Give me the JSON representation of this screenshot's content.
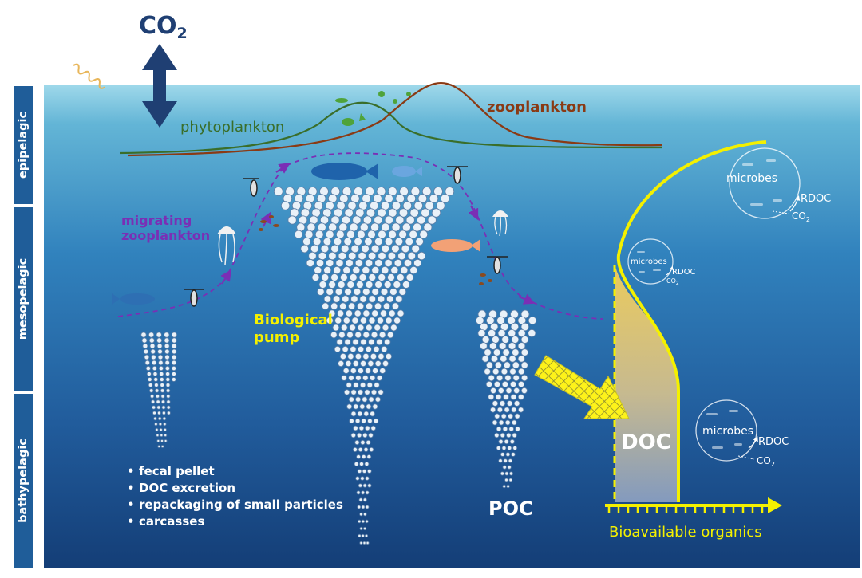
{
  "atmosphere": {
    "gas_main": "CO",
    "gas_sub": "2"
  },
  "zones": {
    "epipelagic": "epipelagic",
    "mesopelagic": "mesopelagic",
    "bathypelagic": "bathypelagic"
  },
  "curves": {
    "phytoplankton": "phytoplankton",
    "zooplankton": "zooplankton"
  },
  "migration": {
    "line1": "migrating",
    "line2": "zooplankton"
  },
  "pump": {
    "line1": "Biological",
    "line2": "pump"
  },
  "poc_label": "POC",
  "doc_label": "DOC",
  "microbes": [
    {
      "label": "microbes",
      "rdoc": "RDOC",
      "co": "CO",
      "sub": "2"
    },
    {
      "label": "microbes",
      "rdoc": "RDOC",
      "co": "CO",
      "sub": "2"
    },
    {
      "label": "microbes",
      "rdoc": "RDOC",
      "co": "CO",
      "sub": "2"
    }
  ],
  "bioavailable_axis": "Bioavailable organics",
  "processes": [
    "fecal pellet",
    "DOC excretion",
    "repackaging of small particles",
    "carcasses"
  ],
  "colors": {
    "zone_bar": "#1f5d99",
    "co2_arrow": "#1f3f73",
    "phyto_green": "#3a6e2a",
    "zoo_brown": "#8a3a14",
    "migration_purple": "#7a2fb5",
    "highlight_yellow": "#f4f000",
    "ocean_top": "#9ed8ea",
    "ocean_bottom": "#143e77"
  }
}
